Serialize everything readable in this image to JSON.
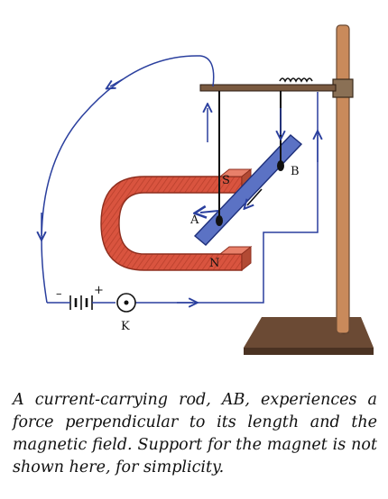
{
  "labels": {
    "south_pole": "S",
    "north_pole": "N",
    "end_a": "A",
    "end_b": "B",
    "key": "K",
    "battery_neg": "–",
    "battery_pos": "+"
  },
  "caption": "A current-carrying rod, AB, experiences a force perpendicular to its length and the magnetic field. Support for the magnet is not shown here, for simplicity.",
  "colors": {
    "magnet": "#d9543f",
    "magnet_dark": "#a83a28",
    "rod": "#5b72c4",
    "wire": "#2a3f9e",
    "stand_wood": "#c98a5b",
    "stand_base": "#6b4a34"
  }
}
